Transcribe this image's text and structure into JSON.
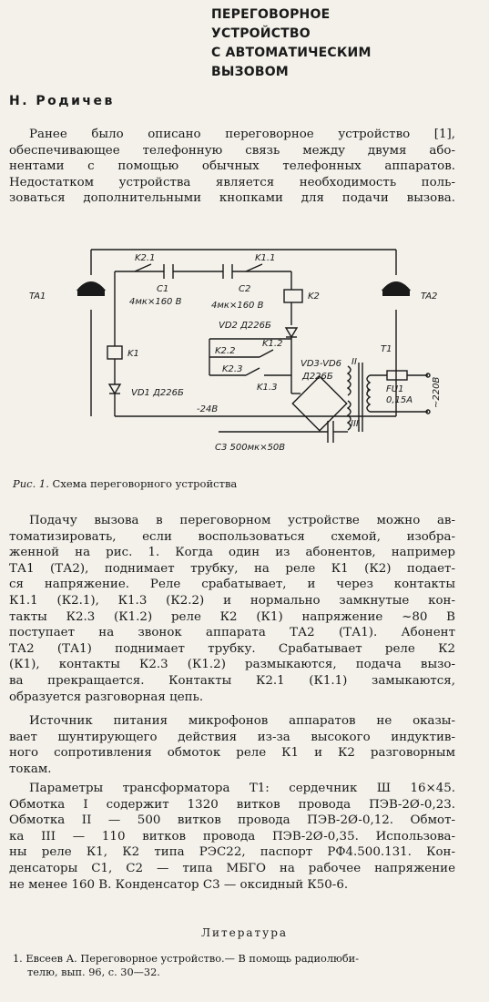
{
  "title_lines": [
    "ПЕРЕГОВОРНОЕ",
    "УСТРОЙСТВО",
    "С АВТОМАТИЧЕСКИМ",
    "ВЫЗОВОМ"
  ],
  "author": "Н. Родичев",
  "intro": [
    "Ранее было описано переговорное устройство [1],",
    "обеспечивающее телефонную связь между двумя або-",
    "нентами с помощью обычных телефонных аппаратов.",
    "Недостатком устройства является необходимость поль-",
    "зоваться дополнительными кнопками для подачи вызова."
  ],
  "schematic_labels": {
    "ta1": "TA1",
    "ta2": "TA2",
    "k2_1": "K2.1",
    "k1_1": "K1.1",
    "c1": "C1",
    "c1_val": "4мк×160 В",
    "c2": "C2",
    "c2_val": "4мк×160 В",
    "k2": "K2",
    "k1": "K1",
    "vd2": "VD2  Д226Б",
    "k1_2": "K1.2",
    "k2_2": "K2.2",
    "k2_3": "K2.3",
    "k1_3": "K1.3",
    "vd1": "VD1  Д226Б",
    "vd3": "VD3-VD6",
    "vd3_val": "Д226Б",
    "t1": "T1",
    "w1": "I",
    "w2": "II",
    "w3": "III",
    "fu1": "FU1",
    "fu1_val": "0,15А",
    "mains": "~220В",
    "minus24": "-24В",
    "c3": "C3  500мк×50В"
  },
  "caption_num": "Рис. 1.",
  "caption_text": "Схема переговорного устройства",
  "body1": [
    "Подачу вызова в переговорном устройстве можно ав-",
    "томатизировать, если воспользоваться схемой, изобра-",
    "женной на рис. 1. Когда один из абонентов, например",
    "ТА1 (ТА2), поднимает трубку, на реле К1 (К2) подает-",
    "ся напряжение. Реле срабатывает, и через контакты",
    "К1.1 (К2.1), К1.3 (К2.2) и нормально замкнутые кон-",
    "такты К2.3 (К1.2) реле К2 (К1) напряжение ~80 В",
    "поступает на звонок аппарата ТА2 (ТА1). Абонент",
    "ТА2 (ТА1) поднимает трубку. Срабатывает реле К2",
    "(К1), контакты К2.3 (К1.2) размыкаются, подача вызо-",
    "ва прекращается. Контакты К2.1 (К1.1) замыкаются,",
    "образуется разговорная цепь."
  ],
  "body2": [
    "Источник питания микрофонов аппаратов не оказы-",
    "вает шунтирующего действия из-за высокого индуктив-",
    "ного сопротивления обмоток реле К1 и К2 разговорным",
    "токам."
  ],
  "body3": [
    "Параметры трансформатора Т1: сердечник Ш 16×45.",
    "Обмотка I содержит 1320 витков провода ПЭВ-2Ø-0,23.",
    "Обмотка II — 500 витков провода ПЭВ-2Ø-0,12. Обмот-",
    "ка III — 110 витков провода ПЭВ-2Ø-0,35. Использова-",
    "ны реле К1, К2 типа РЭС22, паспорт РФ4.500.131. Кон-",
    "денсаторы С1, С2 — типа МБГО на рабочее напряжение",
    "не менее 160 В. Конденсатор С3 — оксидный К50-6."
  ],
  "literature_title": "Литература",
  "reference": [
    "1. Евсеев А. Переговорное устройство.— В помощь радиолюби-",
    "телю, вып. 96, с. 30—32."
  ]
}
